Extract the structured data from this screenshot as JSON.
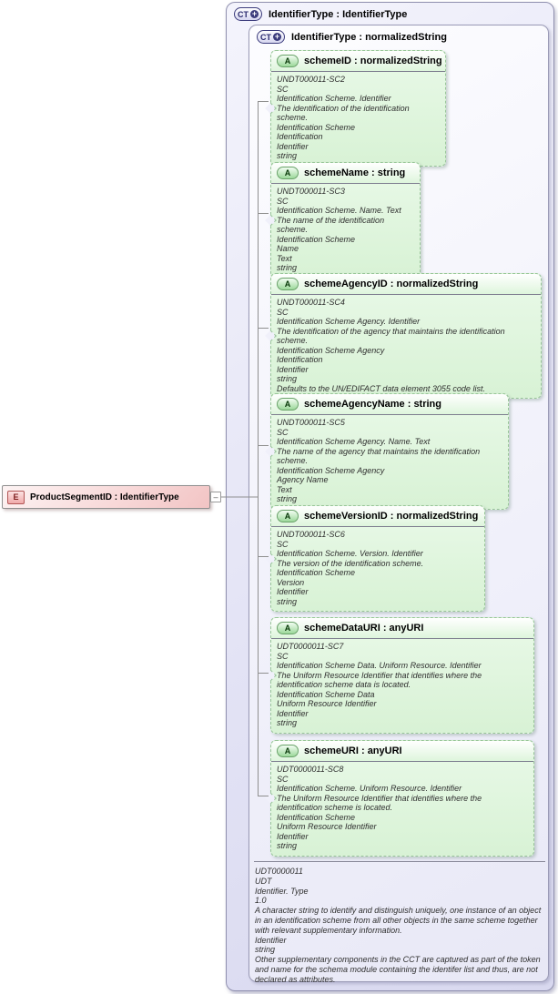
{
  "diagram": {
    "element": {
      "badge": "E",
      "label": "ProductSegmentID : IdentifierType"
    },
    "outer_type": {
      "badge": "CT",
      "label": "IdentifierType : IdentifierType"
    },
    "inner_type": {
      "badge": "CT",
      "label": "IdentifierType : normalizedString"
    },
    "attr_badge": "A",
    "icons": {
      "circle_plus": "+",
      "collapse_minus": "–"
    },
    "attributes": [
      {
        "label": "schemeID : normalizedString",
        "annotation": [
          "UNDT000011-SC2",
          "SC",
          "Identification Scheme. Identifier",
          "The identification of the identification scheme.",
          "Identification Scheme",
          "Identification",
          "Identifier",
          "string"
        ]
      },
      {
        "label": "schemeName : string",
        "annotation": [
          "UNDT000011-SC3",
          "SC",
          "Identification Scheme. Name. Text",
          "The name of the identification scheme.",
          "Identification Scheme",
          "Name",
          "Text",
          "string"
        ]
      },
      {
        "label": "schemeAgencyID : normalizedString",
        "annotation": [
          "UNDT000011-SC4",
          "SC",
          "Identification Scheme Agency. Identifier",
          "The identification of the agency that maintains the identification scheme.",
          "Identification Scheme Agency",
          "Identification",
          "Identifier",
          "string",
          "Defaults to the UN/EDIFACT data element 3055 code list."
        ]
      },
      {
        "label": "schemeAgencyName : string",
        "annotation": [
          "UNDT000011-SC5",
          "SC",
          "Identification Scheme Agency. Name. Text",
          "The name of the agency that maintains the identification scheme.",
          "Identification Scheme Agency",
          "Agency Name",
          "Text",
          "string"
        ]
      },
      {
        "label": "schemeVersionID : normalizedString",
        "annotation": [
          "UNDT000011-SC6",
          "SC",
          "Identification Scheme. Version. Identifier",
          "The version of the identification scheme.",
          "Identification Scheme",
          "Version",
          "Identifier",
          "string"
        ]
      },
      {
        "label": "schemeDataURI : anyURI",
        "annotation": [
          "UDT0000011-SC7",
          "SC",
          "Identification Scheme Data. Uniform Resource. Identifier",
          "The Uniform Resource Identifier that identifies where the identification scheme data is located.",
          "Identification Scheme Data",
          "Uniform Resource Identifier",
          "Identifier",
          "string"
        ]
      },
      {
        "label": "schemeURI : anyURI",
        "annotation": [
          "UDT0000011-SC8",
          "SC",
          "Identification Scheme. Uniform Resource. Identifier",
          "The Uniform Resource Identifier that identifies where the identification scheme is located.",
          "Identification Scheme",
          "Uniform Resource Identifier",
          "Identifier",
          "string"
        ]
      }
    ],
    "type_annotation": [
      "UDT0000011",
      "UDT",
      "Identifier. Type",
      "1.0",
      "A character string to identify and distinguish uniquely, one instance of an object in an identification scheme from all other objects in the same scheme together with relevant supplementary information.",
      "Identifier",
      "string",
      "Other supplementary components in the CCT are captured as part of the token and name for the schema module containing the identifer list and thus, are not declared as attributes."
    ],
    "colors": {
      "lavender_fill": "#e3e3f5",
      "green_fill": "#ddf4db",
      "green_border": "#98c598",
      "element_pink": "#f6caca",
      "badge_blue": "#3c3c7c",
      "badge_green": "#9cd89a",
      "badge_red": "#b25454"
    }
  }
}
